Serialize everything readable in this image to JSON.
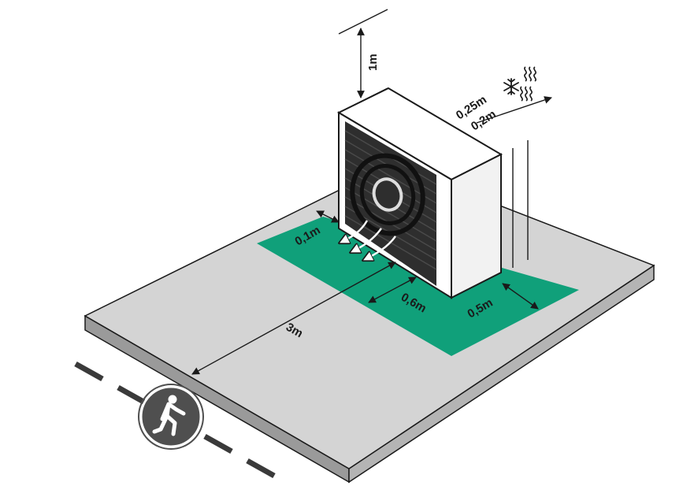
{
  "labels": {
    "top_clearance": "1m",
    "side_clearance_cooling": "0,25m",
    "side_clearance_heating": "0,2m",
    "front_zone": "0,1m",
    "lower_zone": "0,6m",
    "right_zone": "0,5m",
    "walkway_distance": "3m"
  },
  "colors": {
    "ground": "#d4d4d4",
    "ground_edge": "#8c8c8c",
    "zone": "#10a07a",
    "unit_body": "#f4f4f4",
    "unit_grille": "#2e2e2e",
    "outline": "#1a1a1a"
  },
  "icons": {
    "pedestrian": "pedestrian-icon",
    "cooling": "snowflake-icon",
    "heat_waves": "heat-waves-icon"
  }
}
